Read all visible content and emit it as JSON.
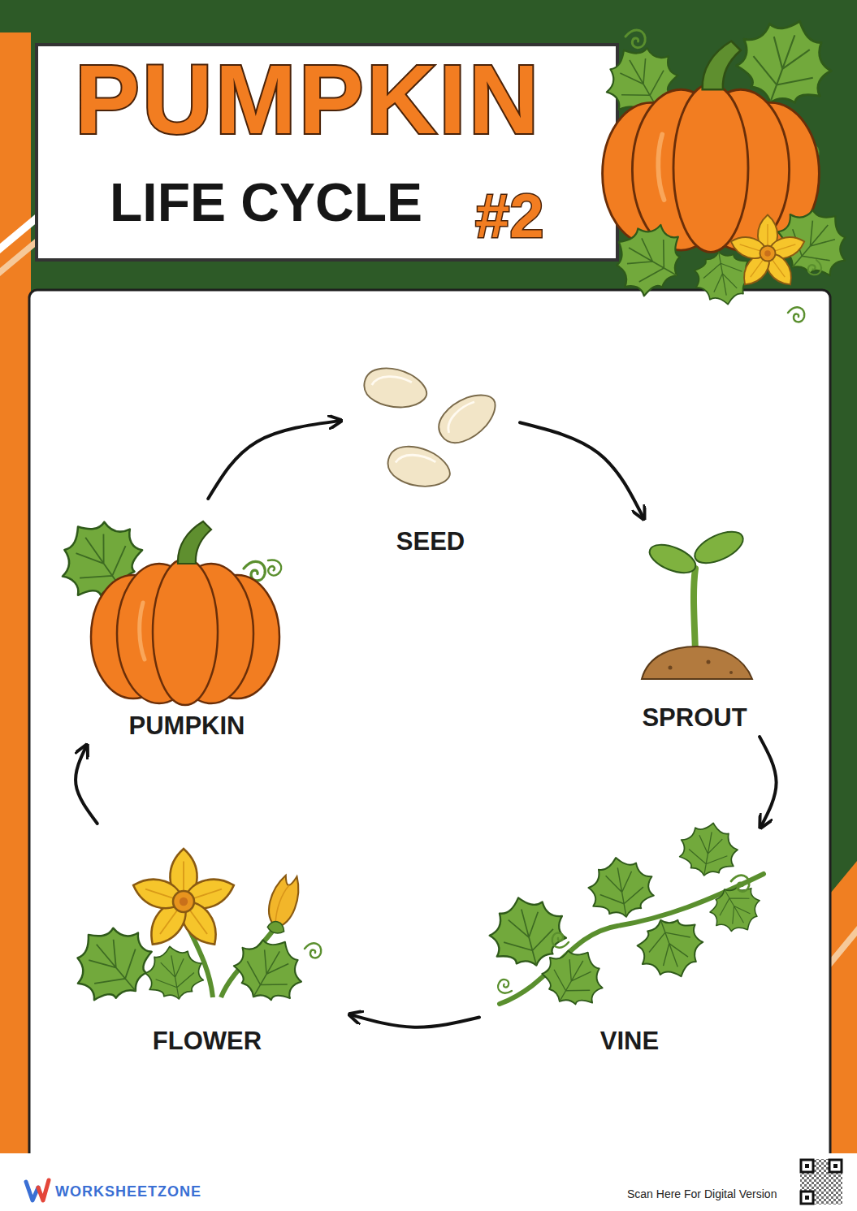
{
  "diagram": {
    "title": "PUMPKIN",
    "nodes": [
      {
        "text": [
          "SEED"
        ]
      },
      {
        "text": [
          "SPROUT"
        ]
      },
      {
        "text": [
          "VINE"
        ]
      },
      {
        "text": [
          "FLOWER"
        ]
      },
      {
        "text": [
          "PUMPKIN"
        ]
      }
    ],
    "edges": [
      {
        "from": 0,
        "to": 1,
        "arrow": "to"
      },
      {
        "from": 1,
        "to": 2,
        "arrow": "to"
      },
      {
        "from": 2,
        "to": 3,
        "arrow": "to"
      },
      {
        "from": 3,
        "to": 4,
        "arrow": "to"
      },
      {
        "from": 4,
        "to": 0,
        "arrow": "to"
      }
    ],
    "labels": [
      "LIFE CYCLE",
      "#2",
      "WORKSHEETZONE",
      "Scan Here For Digital Version"
    ]
  }
}
